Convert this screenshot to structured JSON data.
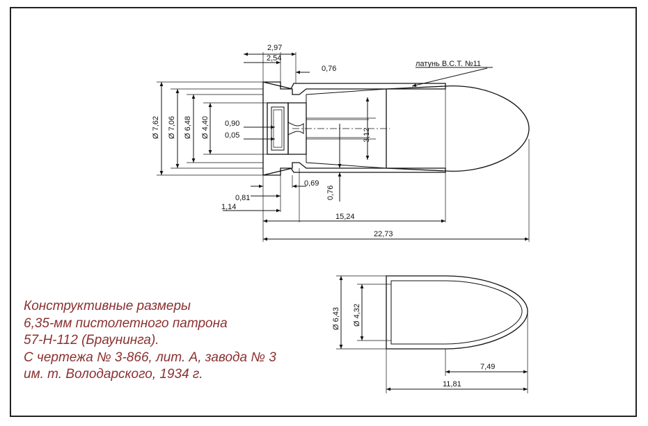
{
  "caption": {
    "lines": [
      "Конструктивные размеры",
      "6,35-мм пистолетного патрона",
      "57-Н-112 (Браунинга).",
      "С чертежа № 3-866, лит. А, завода № 3",
      "им. т. Володарского, 1934 г."
    ]
  },
  "callout": {
    "material": "латунь В.С.Т.  №11"
  },
  "cartridge": {
    "dims": {
      "d_762": "Ø 7,62",
      "d_706": "Ø 7,06",
      "d_648": "Ø 6,48",
      "d_440": "Ø 4,40",
      "w_297": "2,97",
      "w_254": "2,54",
      "w_076_top": "0,76",
      "w_090": "0,90",
      "w_005": "0,05",
      "h_312": "3,12",
      "w_081": "0,81",
      "w_069": "0,69",
      "h_076_bottom": "0,76",
      "w_114": "1,14",
      "l_1524": "15,24",
      "l_2273": "22,73"
    }
  },
  "bullet": {
    "dims": {
      "d_643": "Ø 6,43",
      "d_432": "Ø 4,32",
      "l_749": "7,49",
      "l_1181": "11,81"
    }
  },
  "colors": {
    "caption": "#8a3030",
    "ink": "#111111"
  }
}
